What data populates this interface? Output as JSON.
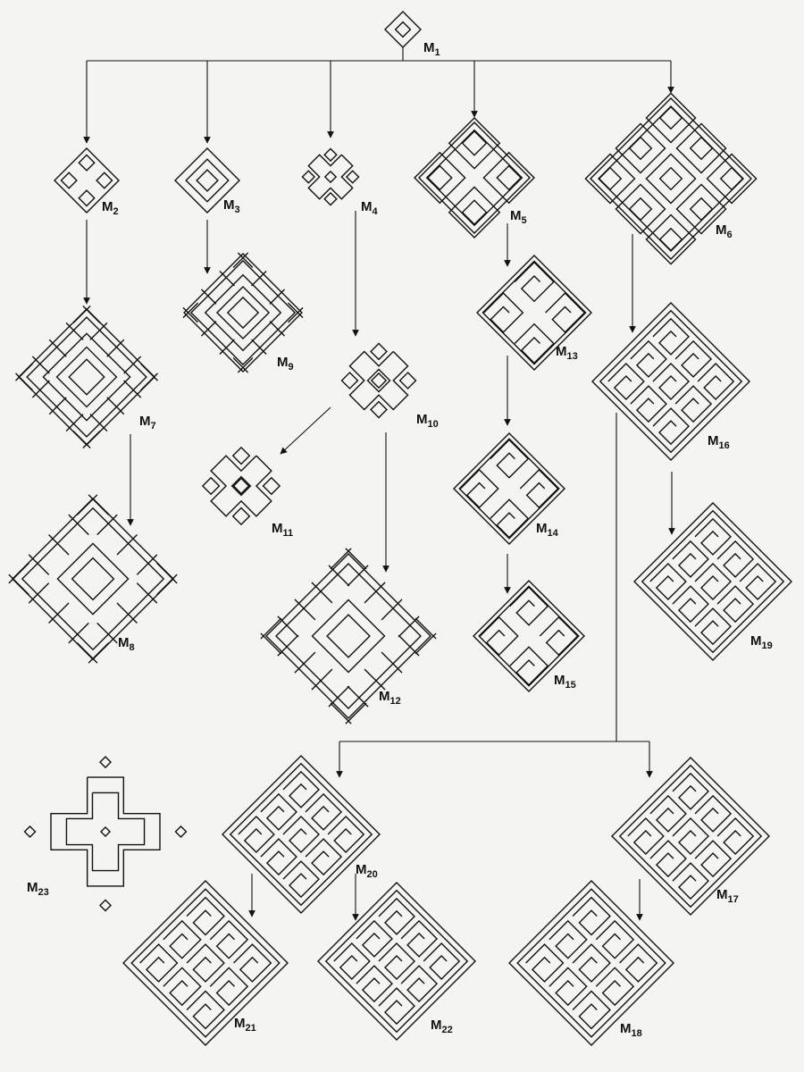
{
  "figure": {
    "nodes": [
      {
        "id": "M1",
        "label": "M",
        "sub": "1",
        "pattern": "small-concentric-diamond"
      },
      {
        "id": "M2",
        "label": "M",
        "sub": "2",
        "pattern": "diamond-with-four-squares"
      },
      {
        "id": "M3",
        "label": "M",
        "sub": "3",
        "pattern": "concentric-diamond"
      },
      {
        "id": "M4",
        "label": "M",
        "sub": "4",
        "pattern": "hashtag-cross"
      },
      {
        "id": "M5",
        "label": "M",
        "sub": "5",
        "pattern": "diamond-with-four-concentric-squares"
      },
      {
        "id": "M6",
        "label": "M",
        "sub": "6",
        "pattern": "diamond-with-nine-concentric-squares"
      },
      {
        "id": "M7",
        "label": "M",
        "sub": "7",
        "pattern": "stepped-meander-diamond"
      },
      {
        "id": "M8",
        "label": "M",
        "sub": "8",
        "pattern": "meander-diamond"
      },
      {
        "id": "M9",
        "label": "M",
        "sub": "9",
        "pattern": "hooked-concentric-diamond"
      },
      {
        "id": "M10",
        "label": "M",
        "sub": "10",
        "pattern": "hooked-cross"
      },
      {
        "id": "M11",
        "label": "M",
        "sub": "11",
        "pattern": "hooked-cross-variant"
      },
      {
        "id": "M12",
        "label": "M",
        "sub": "12",
        "pattern": "large-meander-diamond"
      },
      {
        "id": "M13",
        "label": "M",
        "sub": "13",
        "pattern": "spiral-diamond"
      },
      {
        "id": "M14",
        "label": "M",
        "sub": "14",
        "pattern": "spiral-diamond"
      },
      {
        "id": "M15",
        "label": "M",
        "sub": "15",
        "pattern": "spiral-diamond"
      },
      {
        "id": "M16",
        "label": "M",
        "sub": "16",
        "pattern": "spiral-diamond-large"
      },
      {
        "id": "M17",
        "label": "M",
        "sub": "17",
        "pattern": "spiral-diamond-large"
      },
      {
        "id": "M18",
        "label": "M",
        "sub": "18",
        "pattern": "spiral-diamond-large"
      },
      {
        "id": "M19",
        "label": "M",
        "sub": "19",
        "pattern": "spiral-diamond-large"
      },
      {
        "id": "M20",
        "label": "M",
        "sub": "20",
        "pattern": "spiral-diamond-large"
      },
      {
        "id": "M21",
        "label": "M",
        "sub": "21",
        "pattern": "spiral-diamond-large"
      },
      {
        "id": "M22",
        "label": "M",
        "sub": "22",
        "pattern": "spiral-diamond-large"
      },
      {
        "id": "M23",
        "label": "M",
        "sub": "23",
        "pattern": "x-cross-with-small-diamonds"
      }
    ],
    "edges": [
      [
        "M1",
        "M2"
      ],
      [
        "M1",
        "M3"
      ],
      [
        "M1",
        "M4"
      ],
      [
        "M1",
        "M5"
      ],
      [
        "M1",
        "M6"
      ],
      [
        "M2",
        "M7"
      ],
      [
        "M7",
        "M8"
      ],
      [
        "M3",
        "M9"
      ],
      [
        "M4",
        "M10"
      ],
      [
        "M10",
        "M11"
      ],
      [
        "M10",
        "M12"
      ],
      [
        "M5",
        "M13"
      ],
      [
        "M13",
        "M14"
      ],
      [
        "M14",
        "M15"
      ],
      [
        "M6",
        "M16"
      ],
      [
        "M16",
        "M19"
      ],
      [
        "M16",
        "M20"
      ],
      [
        "M16",
        "M17"
      ],
      [
        "M20",
        "M21"
      ],
      [
        "M20",
        "M22"
      ],
      [
        "M17",
        "M18"
      ]
    ]
  }
}
